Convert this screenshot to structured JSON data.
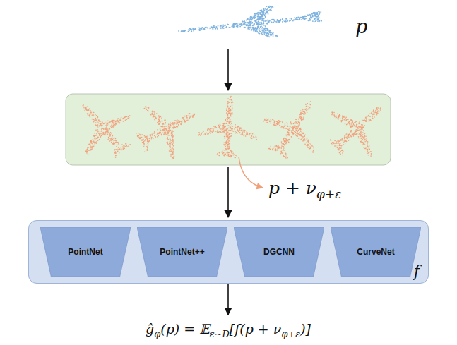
{
  "diagram": {
    "nodes": [
      {
        "text": [
          "f"
        ]
      },
      {
        "text": [
          "PointNet"
        ],
        "in": 0
      },
      {
        "text": [
          "PointNet++"
        ],
        "in": 0
      },
      {
        "text": [
          "DGCNN"
        ],
        "in": 0
      },
      {
        "text": [
          "CurveNet"
        ],
        "in": 0
      }
    ],
    "labels": [
      "p",
      "p + ν",
      "φ+ε",
      "ĝ",
      "φ",
      "(p) = 𝔼",
      "ε∼D",
      "[f(p + ν",
      "φ+ε",
      ")]"
    ]
  }
}
